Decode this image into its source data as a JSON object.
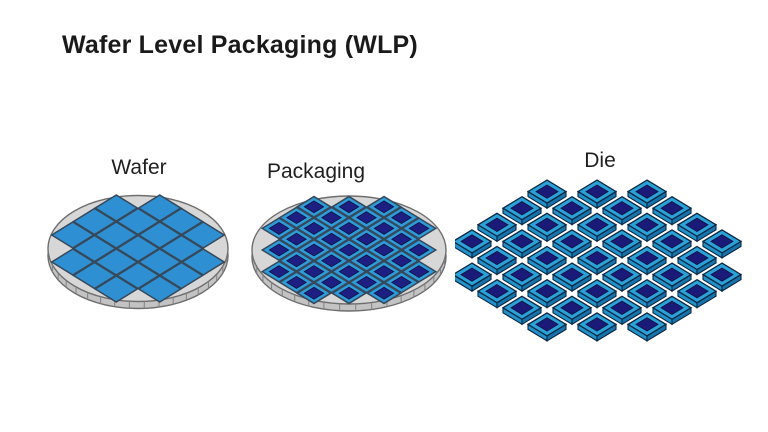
{
  "title": "Wafer Level Packaging (WLP)",
  "panels": [
    {
      "id": "wafer",
      "label": "Wafer"
    },
    {
      "id": "packaging",
      "label": "Packaging"
    },
    {
      "id": "die",
      "label": "Die"
    }
  ],
  "colors": {
    "background": "#ffffff",
    "title_text": "#1a1a1a",
    "label_text": "#1f1f1f",
    "wafer_surface": "#d7d7d7",
    "wafer_rim": "#c3c3c3",
    "wafer_outline": "#6e6e6e",
    "rim_tick": "#818181",
    "die_blue": "#2e90d2",
    "die_outline": "#36485a",
    "package_ring": "#2d9cd9",
    "package_core": "#1d1f82",
    "package_inner_outline": "#11123f",
    "die3d_ring": "#2aa2d8",
    "die3d_core": "#1a1a78",
    "die3d_side_left": "#2191ca",
    "die3d_side_right": "#1674ac",
    "die3d_outline": "#0b2742"
  }
}
